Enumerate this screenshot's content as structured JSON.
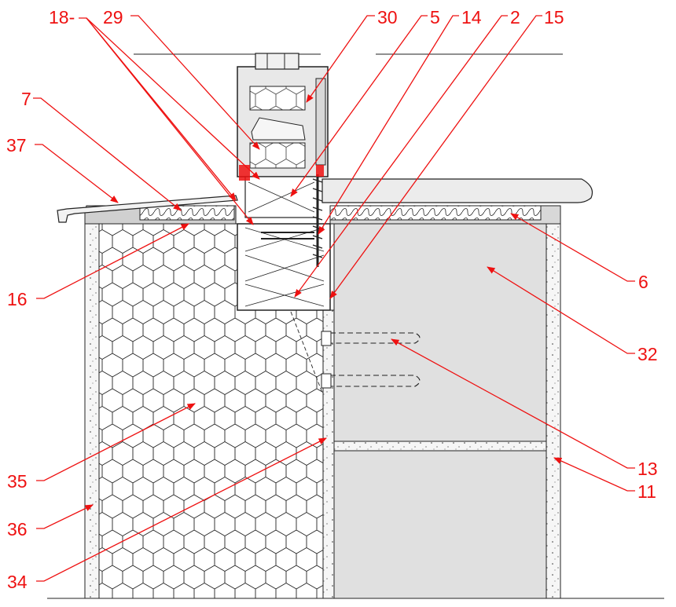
{
  "colors": {
    "label": "#ee1111",
    "leader": "#ee1111",
    "outline": "#1a1a1a",
    "concrete": "#e0e0e0",
    "rigid_insulation": "#f2f2f2"
  },
  "callouts": [
    {
      "id": "c18",
      "text": "18-"
    },
    {
      "id": "c29",
      "text": "29"
    },
    {
      "id": "c30",
      "text": "30"
    },
    {
      "id": "c5",
      "text": "5"
    },
    {
      "id": "c14",
      "text": "14"
    },
    {
      "id": "c2",
      "text": "2"
    },
    {
      "id": "c15",
      "text": "15"
    },
    {
      "id": "c7",
      "text": "7"
    },
    {
      "id": "c37",
      "text": "37"
    },
    {
      "id": "c16",
      "text": "16"
    },
    {
      "id": "c6",
      "text": "6"
    },
    {
      "id": "c32",
      "text": "32"
    },
    {
      "id": "c35",
      "text": "35"
    },
    {
      "id": "c13",
      "text": "13"
    },
    {
      "id": "c11",
      "text": "11"
    },
    {
      "id": "c36",
      "text": "36"
    },
    {
      "id": "c34",
      "text": "34"
    }
  ]
}
